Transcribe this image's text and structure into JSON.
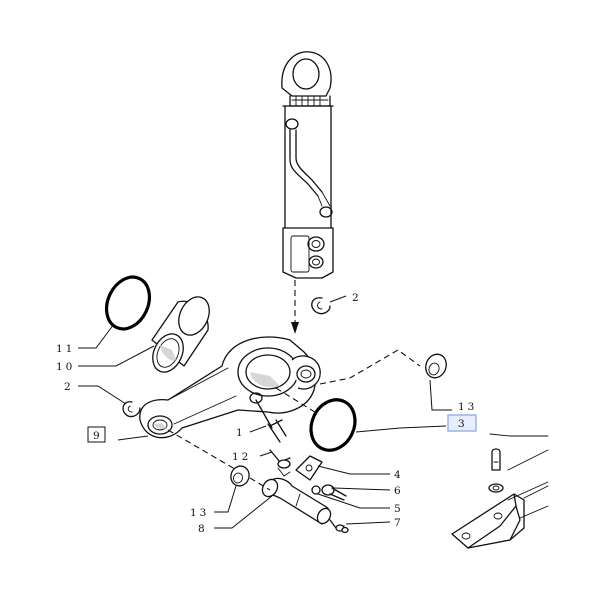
{
  "diagram": {
    "labels": {
      "l1": "1",
      "l2a": "2",
      "l2b": "2",
      "l3": "3",
      "l4": "4",
      "l5": "5",
      "l6": "6",
      "l7": "7",
      "l8": "8",
      "l9": "9",
      "l10": "10",
      "l11": "11",
      "l12": "12",
      "l13a": "13",
      "l13b": "13"
    },
    "highlight": {
      "box_color": "#9bb4e8",
      "box_fill": "#e6eeff"
    }
  }
}
